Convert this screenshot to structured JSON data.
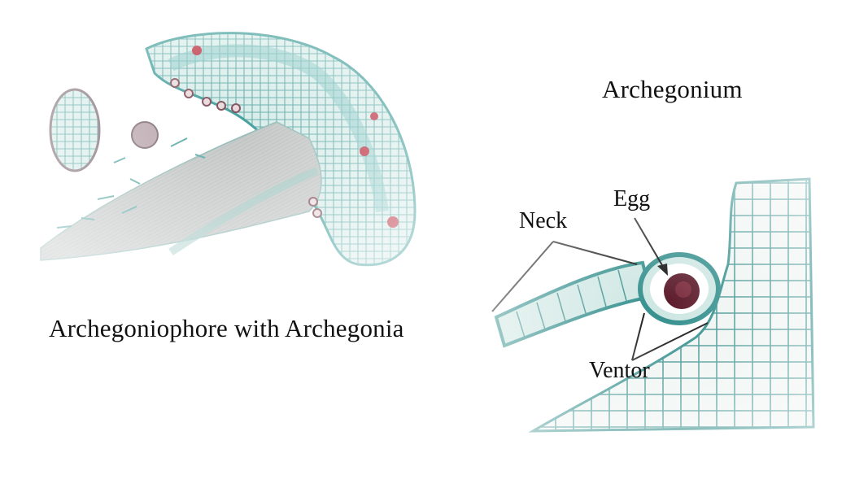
{
  "left_figure": {
    "caption": "Archegoniophore with Archegonia"
  },
  "right_figure": {
    "title": "Archegonium",
    "labels": {
      "neck": "Neck",
      "egg": "Egg",
      "ventor": "Ventor"
    }
  },
  "colors": {
    "tissue_teal": "#5fb5b4",
    "tissue_light": "#cfe7e4",
    "cell_wall": "#2e8c8a",
    "stalk": "#b9c2c0",
    "egg_dark": "#5b1a2a",
    "red_cells": "#b8283a"
  }
}
